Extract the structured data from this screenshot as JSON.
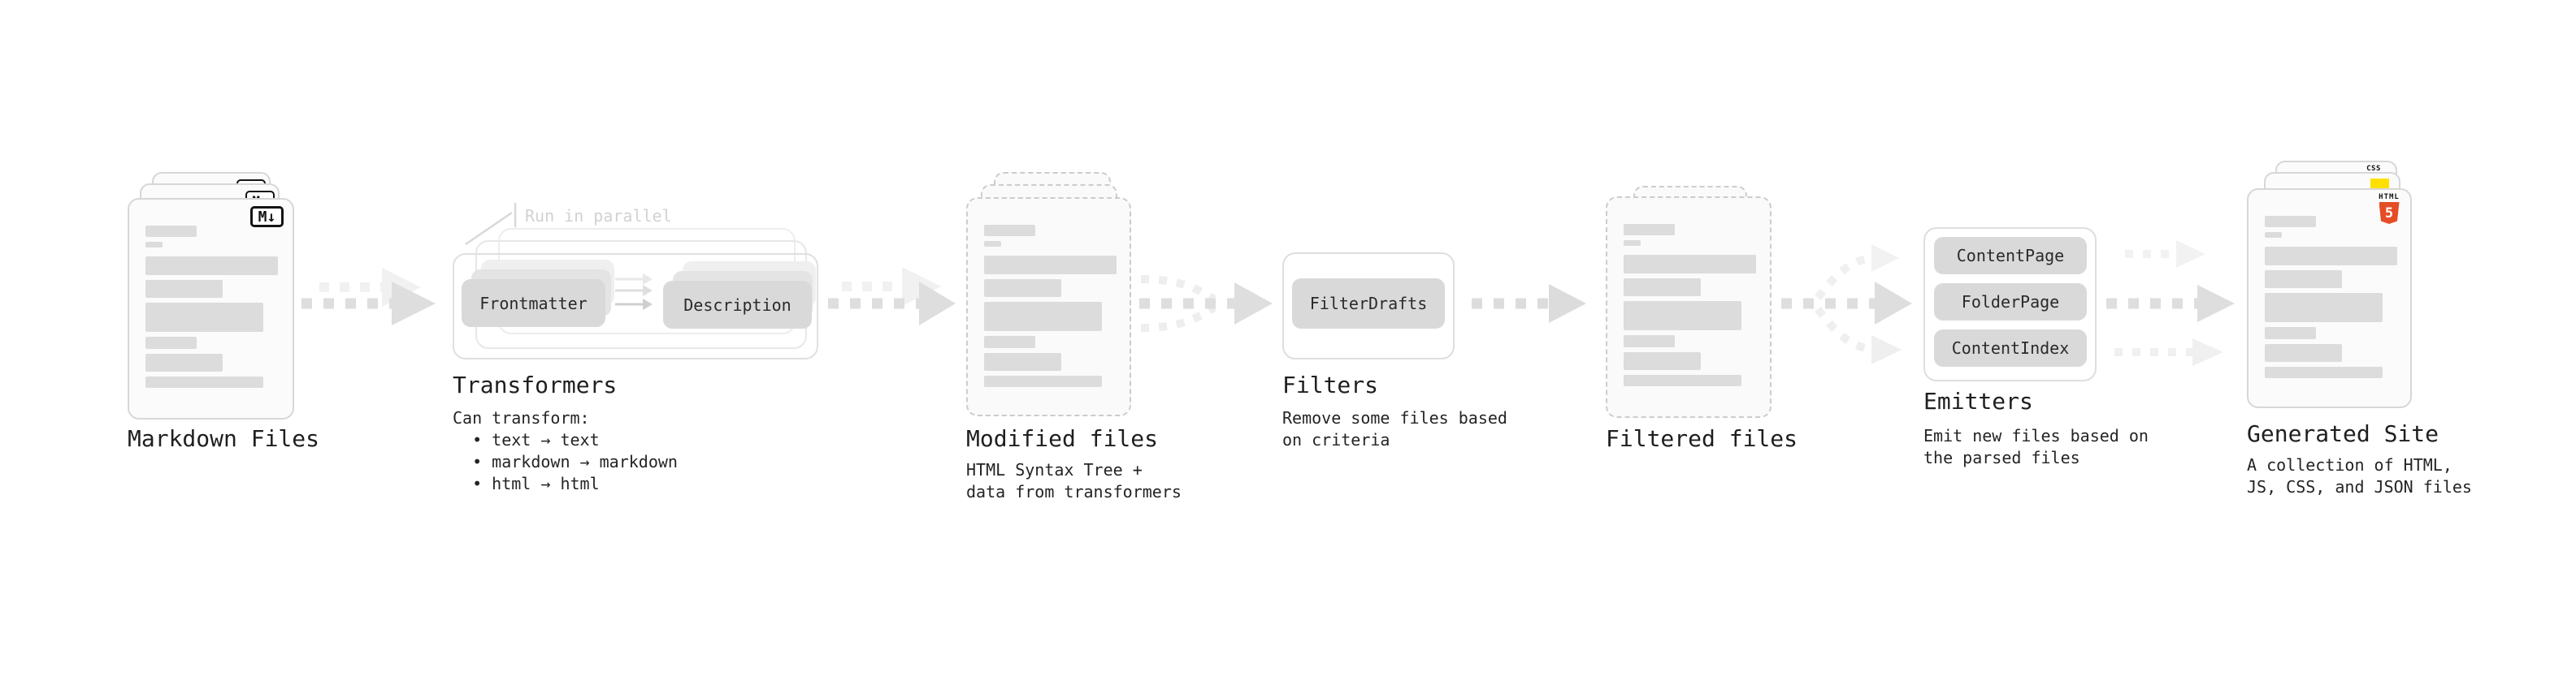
{
  "colors": {
    "html5_orange": "#e44d26",
    "js_yellow": "#ffe000",
    "css_blue": "#2c63e8",
    "pill_gray": "#d9d9d9",
    "bar_gray": "#dcdcdc"
  },
  "stages": {
    "markdown": {
      "title": "Markdown Files",
      "badge": "M↓"
    },
    "transformers": {
      "title": "Transformers",
      "annotation": "Run in parallel",
      "pill_frontmatter": "Frontmatter",
      "pill_description": "Description",
      "body": "Can transform:\n  • text → text\n  • markdown → markdown\n  • html → html"
    },
    "modified": {
      "title": "Modified files",
      "subtitle": "HTML Syntax Tree +\ndata from transformers"
    },
    "filters": {
      "title": "Filters",
      "subtitle": "Remove some files based\non criteria",
      "pill": "FilterDrafts"
    },
    "filtered": {
      "title": "Filtered files"
    },
    "emitters": {
      "title": "Emitters",
      "subtitle": "Emit new files based on\nthe parsed files",
      "pills": [
        "ContentPage",
        "FolderPage",
        "ContentIndex"
      ]
    },
    "generated": {
      "title": "Generated Site",
      "subtitle": "A collection of HTML,\nJS, CSS, and JSON files",
      "css_label": "CSS",
      "html_label": "HTML",
      "html_number": "5"
    }
  }
}
